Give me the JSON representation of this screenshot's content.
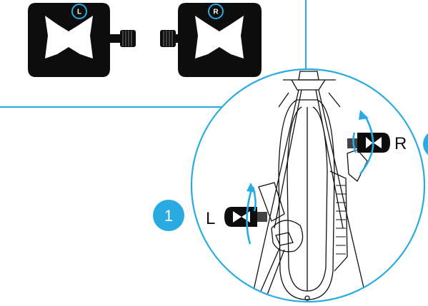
{
  "colors": {
    "accent": "#29ABE2",
    "pedal": "#0d0d0d",
    "line": "#111111"
  },
  "top_panel": {
    "left_pedal_label": "L",
    "right_pedal_label": "R"
  },
  "detail_view": {
    "left_label": "L",
    "right_label": "R",
    "step_number": "1"
  }
}
